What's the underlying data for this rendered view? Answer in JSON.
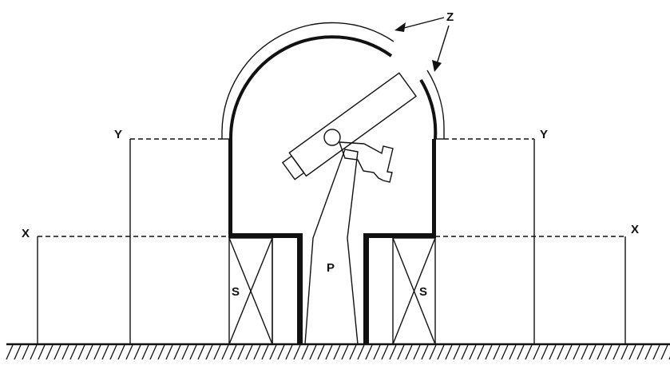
{
  "labels": {
    "z": "Z",
    "y_left": "Y",
    "y_right": "Y",
    "x_left": "X",
    "x_right": "X",
    "s_left": "S",
    "s_right": "S",
    "p": "P"
  }
}
